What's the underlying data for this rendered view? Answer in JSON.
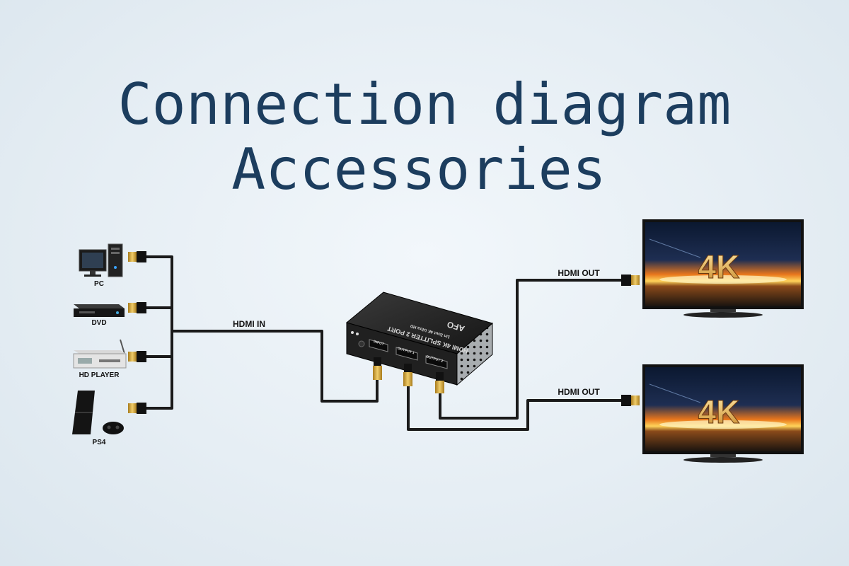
{
  "title": {
    "line1": "Connection diagram",
    "line2": "Accessories"
  },
  "sources": [
    {
      "label": "PC",
      "icon": "pc-icon"
    },
    {
      "label": "DVD",
      "icon": "dvd-player-icon"
    },
    {
      "label": "HD PLAYER",
      "icon": "hd-player-icon"
    },
    {
      "label": "PS4",
      "icon": "ps4-console-icon"
    }
  ],
  "cable_labels": {
    "hdmi_in": "HDMI IN",
    "hdmi_out_1": "HDMI OUT",
    "hdmi_out_2": "HDMI OUT"
  },
  "splitter": {
    "brand": "AFO",
    "model_line1": "HDMI 4K SPLITTER 2 PORT",
    "model_line2": "1in 2out 4K Ultra HD",
    "port_input": "INPUT",
    "port_output1": "OUTPUT 1",
    "port_output2": "OUTPUT 2"
  },
  "displays": [
    {
      "badge": "4K",
      "icon": "tv-icon"
    },
    {
      "badge": "4K",
      "icon": "tv-icon"
    }
  ],
  "colors": {
    "title": "#1c3d5e",
    "cable": "#1a1a1a",
    "connector_gold": "#d4a53a"
  }
}
